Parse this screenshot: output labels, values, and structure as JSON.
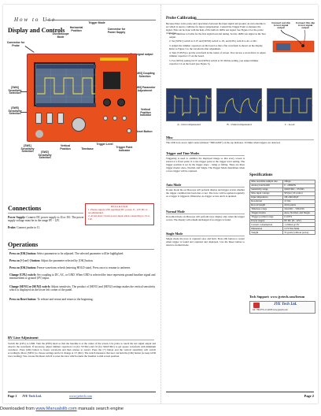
{
  "left": {
    "how_to_use": "How to Use",
    "display_title": "Display and Controls",
    "board_labels": {
      "test_signal": "Test signal output",
      "oscilloscope": "Oscilloscope Mode",
      "horizontal": "Horizontal Position",
      "trigger_mode": "Trigger Mode",
      "power_conn": "Connector for Power Supply",
      "connector_probe": "Connector for Probe",
      "sw3_coupling": "[SW3] Coupling Selection",
      "sw4_sensitivity": "[SW4] Sensitivity Selection",
      "sw5": "[SW5] Sensitivity Selection",
      "sw1": "[SW1] Sensitivity Selection",
      "sw2": "[SW2] Sensitivity Selection",
      "vpos": "Vertical Position",
      "trigger_level": "Trigger Level",
      "vertical_pos2": "Vertical Position Indicator",
      "adjust": "[SW3] Parameter Adjustment",
      "reset": "Reset Button",
      "trigger_pt": "Trigger Point Indicator",
      "timebase": "Timebase"
    },
    "connections_title": "Connections",
    "power_supply_label": "Power Supply:",
    "power_supply_text": "Connect DC power supply to J4 or J10. The power supply voltage must be in the range 8V - 12V.",
    "probe_label": "Probe:",
    "probe_text": "Connect probe to J1.",
    "attention_title": "Attention",
    "attention_lines": [
      "1. Please supply with regulated DC power. 8 - 12V DC is recommended.",
      "2. Avoid short circuit power input when connecting to J3 or J10."
    ],
    "operations_title": "Operations",
    "ops": [
      {
        "label": "Press on [OK] button:",
        "text": "Select parameters to be adjusted. The selected parameter will be highlighted."
      },
      {
        "label": "Press on [+] or [-] button:",
        "text": "Adjust the parameter selected by [OK] button."
      },
      {
        "label": "Press on [OK] button:",
        "text": "Freeze waveform refresh (entering HOLD state). Press once to resume to unfreeze."
      },
      {
        "label": "Change [CPL] switch:",
        "text": "Set coupling to DC, AC, or GND. When GND is selected the trace represents ground baseline signal and measurement to ground (0V) input."
      },
      {
        "label": "Change [SEN1] or [SEN2] switch:",
        "text": "Adjust sensitivity. The product of [SEN1] and [SEN2] settings makes the vertical sensitivity which is displayed on the lower left corner of the panel."
      },
      {
        "label": "Press on Reset button:",
        "text": "To release and restart and return to the beginning."
      }
    ],
    "bv_title": "BV Line Adjustment",
    "bv_text": "Switch the [CPL] to GND. Turn the [POS] knob so that the baseline is at the center of the screen. Use probe to touch the test signal output and observe the waveform. If necessary, adjust trimmer capacitors C4 (for 5V/Div) and C6 (for 50mV/Div) to get square waveform with minimum overshoot. Press [OK] button to freeze waveform and then release to restart. Press the [+] button and the vertical sensitivity will switch accordingly. Move [SEN1] to choose settings and let it change at 1V (Div). The switch measures that user can hold the [OK] button (to keep GND trace reading). You can use the Reset switch to reset the trace which returns the baseline to mid screen position.",
    "footer_page": "Page 1",
    "footer_company": "JYE Tech Ltd.",
    "footer_url": "www.jyetech.com"
  },
  "right": {
    "probe_cal_title": "Probe Calibration",
    "probe_cal_text": "Because there is the probe and capacitance between the input signal and ground, an extra module is set which is used to calibrate for input compensation. Consult the Trigger Point to measure the signal. This can be done with the help of the built-in 1KHz test signal. See Figure 4 for the probe connector.",
    "probe_steps": [
      "1. Set Timebase to 0.2ms for the first signal lead and tuning. Set the 1KHz test signal as the Test output.",
      "2. Set [SEN1] switch to 0.1V and [SEN2] switch to 1X, and [CPL] switch to AC or DC.",
      "3. Adjust the trimmer capacitors on the board so that a flat waveform is shown on the display. Refer to Figure 5 to the waveform after adjustment.",
      "4. Turn [V.POS] to get the waveform in the center of screen. You can use a screwdriver to adjust trimmer capacitor C3 on the board.",
      "5. For [SEN1] setting 0.01V and [SEN2] switch at X5 Divide setting, you adjust trimmer capacitor C4 on the board (see Figure 5)."
    ],
    "probe_pic_labels": {
      "connector": "Connect this clip to test signal output",
      "ground": "Connect red clip to test signal output"
    },
    "scope_captions": [
      "A - Overcompensated",
      "B - Undercompensated",
      "C - Good"
    ],
    "misc_title": "Misc",
    "misc_text": "The LED is no lower right corner (marked \"TRIGGER\") on the top indicates. It blinks when triggers are detected.",
    "trigger_title": "Trigger and Time Modes",
    "trigger_text": "Triggering is used to stabilize the displayed image so that every screen is started at a fixed point. It is the trigger point at the trigger level setting. The trigger position is set by the trigger slope - rising or falling. There are three trigger modes: Auto, Normal, and Single. The Trigger Mode determines when a trace trigger will be captured.",
    "auto_title": "Auto Mode",
    "auto_text": "In auto mode the oscilloscope will perform display and trigger events whether the trigger condition has been met or not. The trace will be updated regularly as a trigger is triggered. Otherwise, no trigger occurs and it is updated.",
    "normal_title": "Normal Mode",
    "normal_text": "In normal mode oscilloscope will perform trace display only when the trigger occurs. The display will remain unchanged if no trigger is found.",
    "single_title": "Single Mode",
    "single_text": "Single mode the trace is captured once and hold. Press OK button to restart when trigger is found and captured and displayed. Use the Reset button to return to normal mode.",
    "spec_title": "Specifications",
    "spec_rows": [
      [
        "Max real-time sample rate",
        "1Msps"
      ],
      [
        "Analog bandwidth",
        "0 - 200KHz"
      ],
      [
        "Sensitivity range",
        "10mV/Div - 5V/Div"
      ],
      [
        "Max input voltage",
        "50Vpk (1X probe)"
      ],
      [
        "Input impedance",
        "1M ohm/20pF"
      ],
      [
        "Resolution",
        "12 bits"
      ],
      [
        "Record length",
        "1024 points"
      ],
      [
        "Timebase range",
        "10us/Div - 500s/Div"
      ],
      [
        "Trigger modes",
        "Auto, Normal, and Single"
      ],
      [
        "Trigger position range",
        "0-100%"
      ],
      [
        "Power supply",
        "9V DC (8 - 12V)"
      ],
      [
        "Current consumption",
        "~120mA @ 9V"
      ],
      [
        "Dimension",
        "117x76x15mm"
      ],
      [
        "Weight",
        "70 gram (without probe)"
      ]
    ],
    "tech_title": "Tech Support: www.jyetech.com/forum",
    "tech_company": "JYE Tech Ltd.",
    "tech_line": "Tel: +86-0755-11 22058 www.jyetech.com",
    "footer_page": "Page 2"
  },
  "download_prefix": "Downloaded from ",
  "download_site": "www.Manualslib.com",
  "download_suffix": " manuals search engine"
}
